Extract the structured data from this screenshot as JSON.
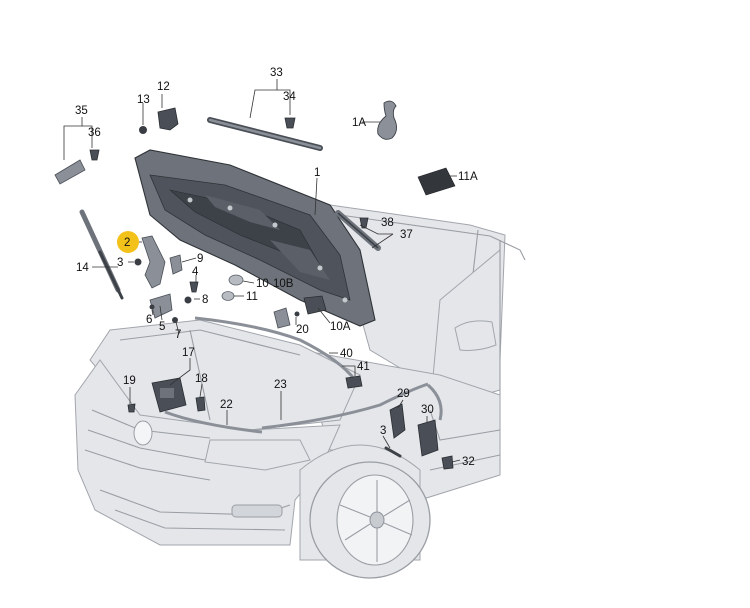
{
  "diagram": {
    "highlight_color": "#f2c21a",
    "callouts": {
      "c1": "1",
      "c1A": "1A",
      "c2": "2",
      "c3a": "3",
      "c3b": "3",
      "c4": "4",
      "c5": "5",
      "c6": "6",
      "c7": "7",
      "c8": "8",
      "c9": "9",
      "c10": "10",
      "c10A": "10A",
      "c10B": "10B",
      "c11": "11",
      "c11A": "11A",
      "c12": "12",
      "c13": "13",
      "c14": "14",
      "c17": "17",
      "c18": "18",
      "c19": "19",
      "c20": "20",
      "c22": "22",
      "c23": "23",
      "c29": "29",
      "c30": "30",
      "c32": "32",
      "c33": "33",
      "c34": "34",
      "c35": "35",
      "c36": "36",
      "c37": "37",
      "c38": "38",
      "c40": "40",
      "c41": "41"
    }
  }
}
